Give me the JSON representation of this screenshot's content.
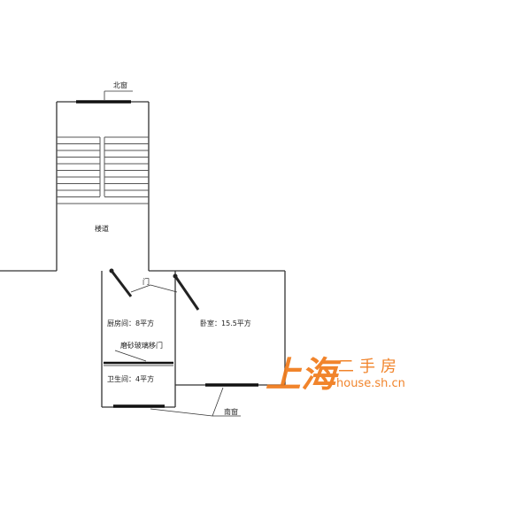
{
  "labels": {
    "north_window": "北窗",
    "stairwell": "楼道",
    "door": "门",
    "kitchen": "厨房间：8平方",
    "bedroom": "卧室：15.5平方",
    "frosted_door": "磨砂玻璃移门",
    "bathroom": "卫生间：4平方",
    "south_window": "南窗"
  },
  "watermark": {
    "logo_text": "上海",
    "text_cn": "二手房",
    "url": "house.sh.cn",
    "color": "#f07a1a"
  },
  "colors": {
    "wall": "#333333",
    "stair": "#555555"
  }
}
